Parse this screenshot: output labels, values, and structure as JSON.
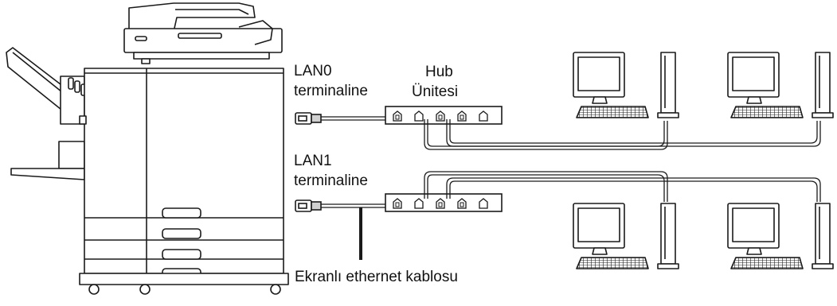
{
  "labels": {
    "lan0_line1": "LAN0",
    "lan0_line2": "terminaline",
    "hub_line1": "Hub",
    "hub_line2": "Ünitesi",
    "lan1_line1": "LAN1",
    "lan1_line2": "terminaline",
    "shielded_cable": "Ekranlı ethernet kablosu"
  },
  "hubs": [
    {
      "id": "hub-lan0",
      "ports": 5
    },
    {
      "id": "hub-lan1",
      "ports": 5
    }
  ],
  "computers": [
    {
      "group": "lan0"
    },
    {
      "group": "lan0"
    },
    {
      "group": "lan1"
    },
    {
      "group": "lan1"
    }
  ],
  "colors": {
    "line": "#1a1a1a",
    "fill": "#ffffff",
    "shade": "#d0d0d0"
  }
}
